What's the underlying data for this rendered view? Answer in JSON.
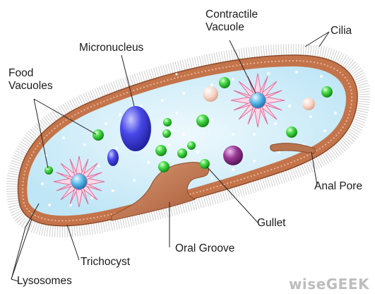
{
  "labels": {
    "contractile_vacuole": [
      "Contractile",
      "Vacuole"
    ],
    "cilia": "Cilia",
    "micronucleus": "Micronucleus",
    "food_vacuoles": [
      "Food",
      "Vacuoles"
    ],
    "anal_pore": "Anal Pore",
    "gullet": "Gullet",
    "oral_groove": "Oral Groove",
    "trichocyst": "Trichocyst",
    "lysosomes": "Lysosomes"
  },
  "watermark": "wiseGEEK",
  "colors": {
    "cytoplasm": "#d9f1fb",
    "membrane": "#c4744a",
    "cilia": "#c9c9c9",
    "micronucleus": "#3a3ad8",
    "food_vacuole": "#33cc33",
    "contractile_vacuole": "#ff8fb3",
    "gullet": "#c27a55",
    "purple_vacuole": "#8a2d86"
  }
}
